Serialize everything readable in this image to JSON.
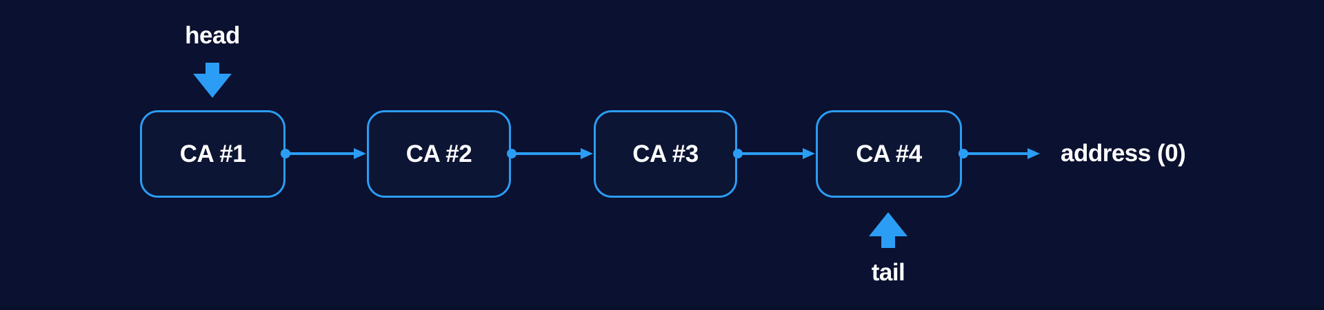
{
  "colors": {
    "background": "#0b1130",
    "accent": "#2b9df5",
    "text": "#ffffff",
    "node_fill": "#0d1534",
    "bottom_edge": "#071028"
  },
  "nodes": [
    {
      "id": "ca-1",
      "label": "CA #1"
    },
    {
      "id": "ca-2",
      "label": "CA #2"
    },
    {
      "id": "ca-3",
      "label": "CA #3"
    },
    {
      "id": "ca-4",
      "label": "CA #4"
    }
  ],
  "links": [
    {
      "from": "CA #1",
      "to": "CA #2"
    },
    {
      "from": "CA #2",
      "to": "CA #3"
    },
    {
      "from": "CA #3",
      "to": "CA #4"
    },
    {
      "from": "CA #4",
      "to": "address (0)"
    }
  ],
  "pointers": {
    "head": {
      "label": "head",
      "points_to": "CA #1",
      "direction": "down"
    },
    "tail": {
      "label": "tail",
      "points_to": "CA #4",
      "direction": "up"
    }
  },
  "terminator": {
    "label": "address (0)"
  }
}
